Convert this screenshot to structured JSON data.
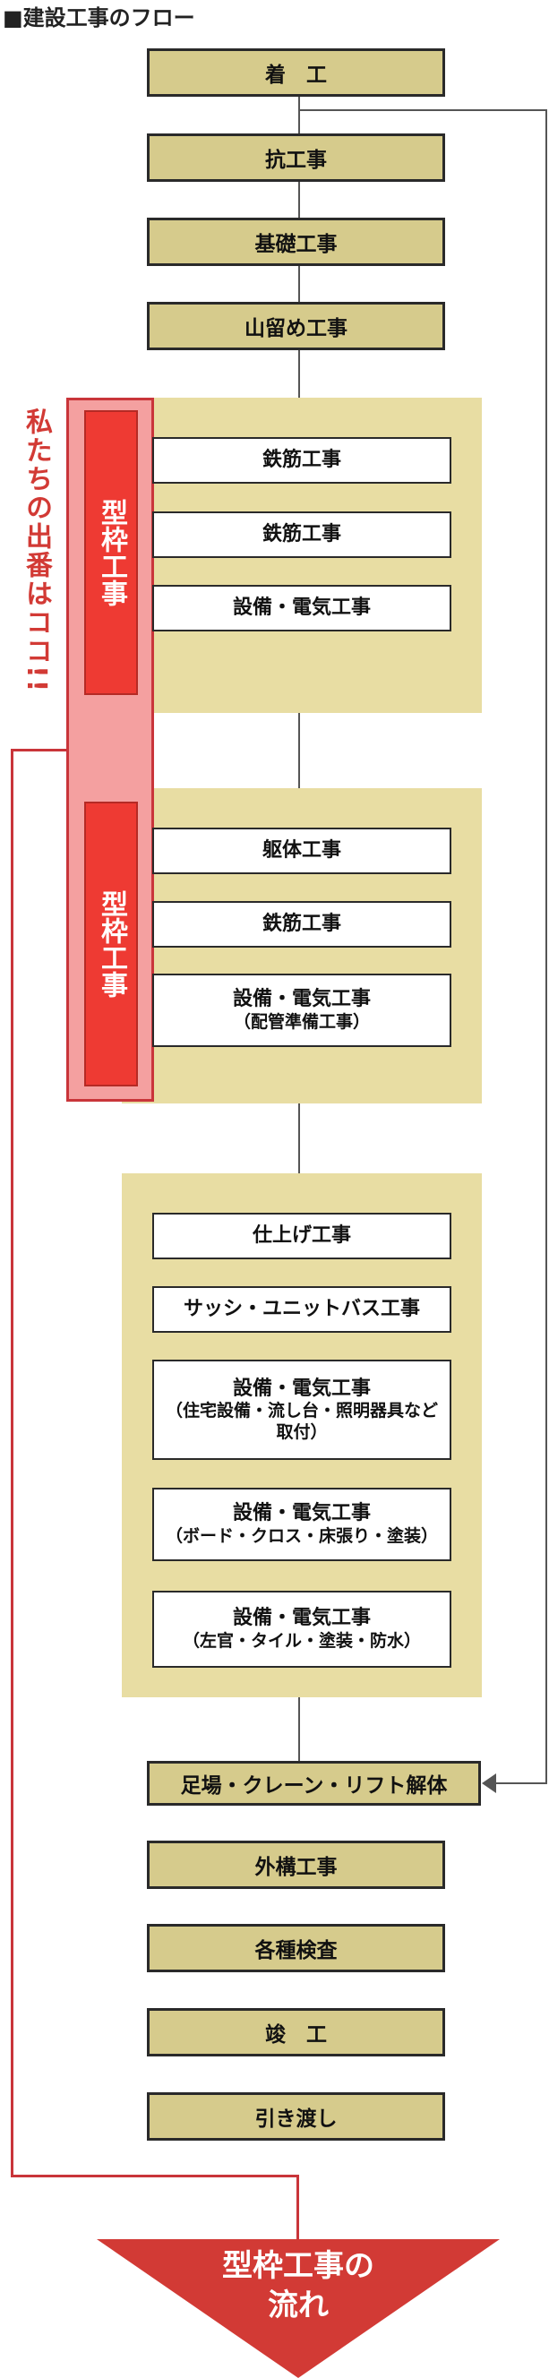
{
  "title": "■建設工事のフロー",
  "steps_top": [
    {
      "label": "着　工"
    },
    {
      "label": "抗工事"
    },
    {
      "label": "基礎工事"
    },
    {
      "label": "山留め工事"
    }
  ],
  "group1": [
    {
      "label": "鉄筋工事",
      "sub": ""
    },
    {
      "label": "鉄筋工事",
      "sub": ""
    },
    {
      "label": "設備・電気工事",
      "sub": ""
    }
  ],
  "group2": [
    {
      "label": "躯体工事",
      "sub": ""
    },
    {
      "label": "鉄筋工事",
      "sub": ""
    },
    {
      "label": "設備・電気工事",
      "sub": "（配管準備工事）"
    }
  ],
  "group3": [
    {
      "label": "仕上げ工事",
      "sub": ""
    },
    {
      "label": "サッシ・ユニットバス工事",
      "sub": ""
    },
    {
      "label": "設備・電気工事",
      "sub": "（住宅設備・流し台・照明器具など\n取付）"
    },
    {
      "label": "設備・電気工事",
      "sub": "（ボード・クロス・床張り・塗装）"
    },
    {
      "label": "設備・電気工事",
      "sub": "（左官・タイル・塗装・防水）"
    }
  ],
  "steps_bottom": [
    {
      "label": "足場・クレーン・リフト解体"
    },
    {
      "label": "外構工事"
    },
    {
      "label": "各種検査"
    },
    {
      "label": "竣　工"
    },
    {
      "label": "引き渡し"
    }
  ],
  "kata_label_1": "型枠工事",
  "kata_label_2": "型枠工事",
  "side_note": "私たちの出番はココ!!",
  "arrow_text": "型枠工事の\n流れ",
  "colors": {
    "node_fill": "#d6cb8c",
    "panel_fill": "#e8dda3",
    "accent_red": "#ee3a33",
    "pink": "#f4a0a0",
    "dark_red": "#c9353a"
  }
}
